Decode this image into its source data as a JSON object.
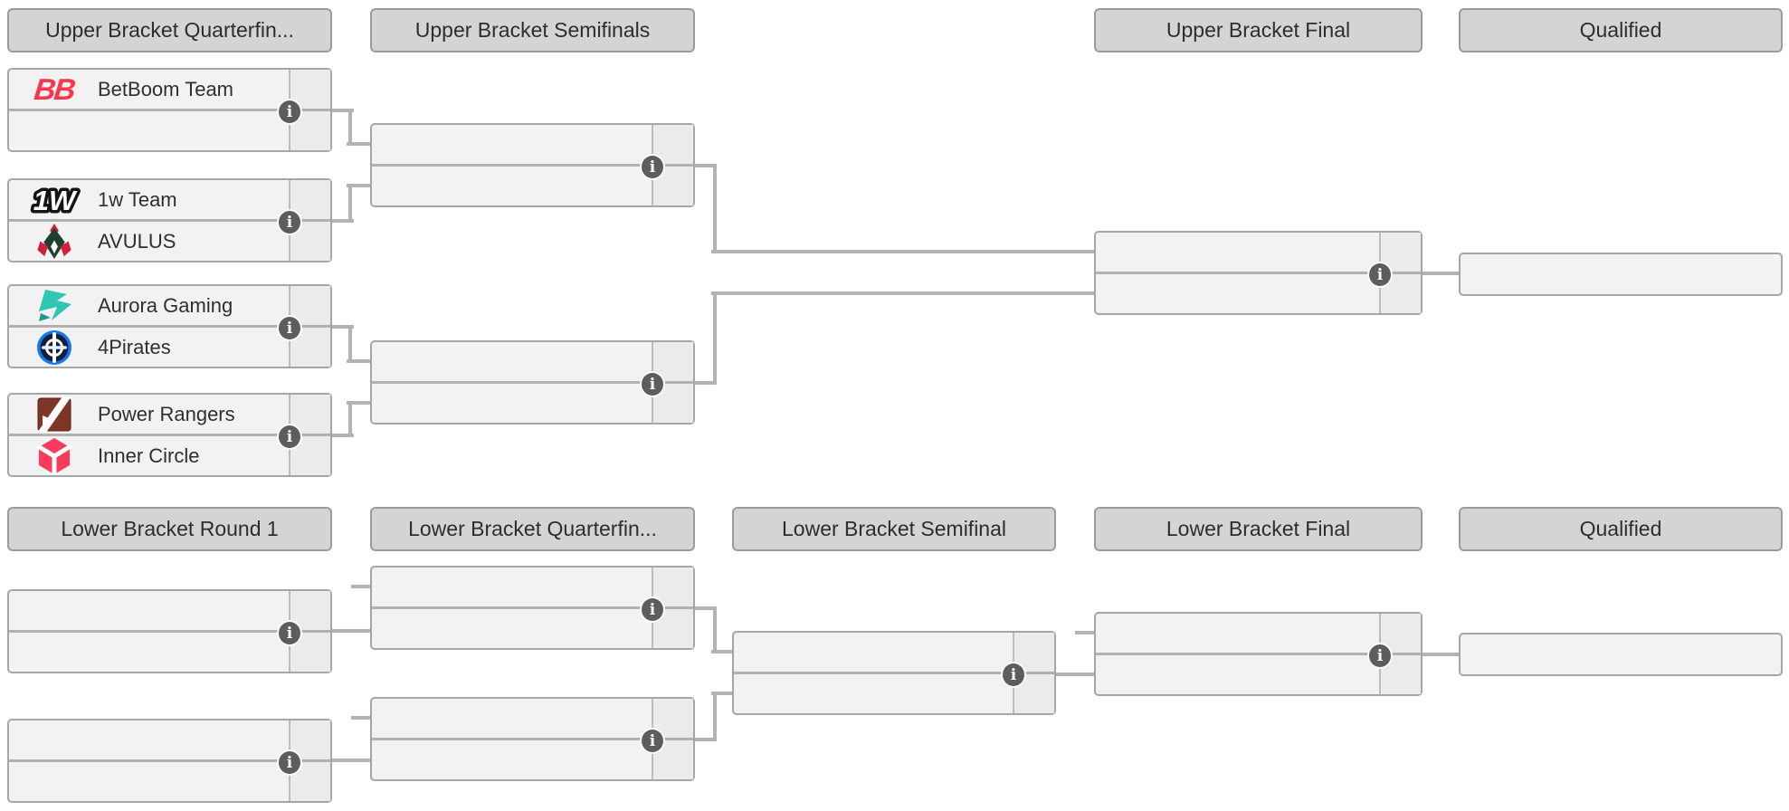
{
  "headers": {
    "ub_qf": "Upper Bracket Quarterfin...",
    "ub_sf": "Upper Bracket Semifinals",
    "ub_final": "Upper Bracket Final",
    "ub_qualified": "Qualified",
    "lb_r1": "Lower Bracket Round 1",
    "lb_qf": "Lower Bracket Quarterfin...",
    "lb_sf": "Lower Bracket Semifinal",
    "lb_final": "Lower Bracket Final",
    "lb_qualified": "Qualified"
  },
  "icons": {
    "info": "i"
  },
  "logos": {
    "betboom": "BB",
    "onew": "1W"
  },
  "colors": {
    "page_bg": "#ffffff",
    "header_bg": "#d4d4d4",
    "header_border": "#9b9b9b",
    "box_bg": "#f2f2f2",
    "score_cell_bg": "#ebebeb",
    "box_border": "#a6a6a6",
    "separator_line": "#b1b1b1",
    "connector_line": "#b3b3b3",
    "info_icon_bg": "#5d5d5d",
    "betboom_red": "#f8374e",
    "onew_black": "#141414",
    "avulus_green": "#20402f",
    "avulus_red": "#cf1f3f",
    "aurora_teal": "#2fc7b2",
    "pirates_blue": "#1479f2",
    "pirates_navy": "#13203c",
    "powerrangers_maroon": "#7d3526",
    "innercircle_pink": "#fb3b5c"
  },
  "bracket": {
    "ub_qf": [
      {
        "top": {
          "name": "BetBoom Team"
        },
        "bottom": {
          "name": ""
        }
      },
      {
        "top": {
          "name": "1w Team"
        },
        "bottom": {
          "name": "AVULUS"
        }
      },
      {
        "top": {
          "name": "Aurora Gaming"
        },
        "bottom": {
          "name": "4Pirates"
        }
      },
      {
        "top": {
          "name": "Power Rangers"
        },
        "bottom": {
          "name": "Inner Circle"
        }
      }
    ],
    "ub_sf": [
      {
        "top": {
          "name": ""
        },
        "bottom": {
          "name": ""
        }
      },
      {
        "top": {
          "name": ""
        },
        "bottom": {
          "name": ""
        }
      }
    ],
    "ub_final": [
      {
        "top": {
          "name": ""
        },
        "bottom": {
          "name": ""
        }
      }
    ],
    "ub_qualified": {
      "name": ""
    },
    "lb_r1": [
      {
        "top": {
          "name": ""
        },
        "bottom": {
          "name": ""
        }
      },
      {
        "top": {
          "name": ""
        },
        "bottom": {
          "name": ""
        }
      }
    ],
    "lb_qf": [
      {
        "top": {
          "name": ""
        },
        "bottom": {
          "name": ""
        }
      },
      {
        "top": {
          "name": ""
        },
        "bottom": {
          "name": ""
        }
      }
    ],
    "lb_sf": [
      {
        "top": {
          "name": ""
        },
        "bottom": {
          "name": ""
        }
      }
    ],
    "lb_final": [
      {
        "top": {
          "name": ""
        },
        "bottom": {
          "name": ""
        }
      }
    ],
    "lb_qualified": {
      "name": ""
    }
  }
}
